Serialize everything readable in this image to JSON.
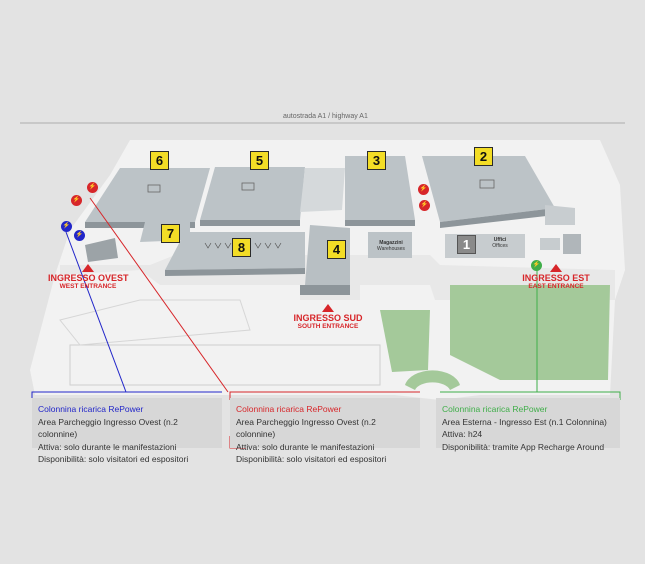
{
  "colors": {
    "background": "#e3e3e3",
    "building": "#a9b0b4",
    "building_top": "#bcc3c7",
    "road": "#f2f2f2",
    "green": "#a4c99a",
    "red": "#d7262a",
    "blue": "#2226c9",
    "charger_green": "#3fae49",
    "yellow": "#f3dd26"
  },
  "highway_label": "autostrada A1 / highway A1",
  "halls": [
    {
      "number": "6",
      "style": "yellow"
    },
    {
      "number": "5",
      "style": "yellow"
    },
    {
      "number": "3",
      "style": "yellow"
    },
    {
      "number": "2",
      "style": "yellow"
    },
    {
      "number": "7",
      "style": "yellow"
    },
    {
      "number": "8",
      "style": "yellow"
    },
    {
      "number": "4",
      "style": "yellow"
    },
    {
      "number": "1",
      "style": "gray"
    }
  ],
  "building_labels": {
    "magazzini": [
      "Magazzini",
      "Warehouses"
    ],
    "uffici": [
      "Uffici",
      "Offices"
    ]
  },
  "entrances": {
    "west": {
      "main": "INGRESSO OVEST",
      "sub": "WEST ENTRANCE"
    },
    "south": {
      "main": "INGRESSO SUD",
      "sub": "SOUTH ENTRANCE"
    },
    "east": {
      "main": "INGRESSO EST",
      "sub": "EAST ENTRANCE"
    }
  },
  "charger_icons": [
    {
      "color": "red",
      "icon": "ev-charger-icon"
    },
    {
      "color": "blue",
      "icon": "ev-charger-icon"
    },
    {
      "color": "green",
      "icon": "ev-charger-icon"
    }
  ],
  "info_boxes": [
    {
      "color": "blue",
      "title": "Colonnina ricarica RePower",
      "lines": [
        "Area Parcheggio Ingresso Ovest (n.2 colonnine)",
        "Attiva: solo durante le manifestazioni",
        "Disponibilità: solo visitatori ed espositori"
      ]
    },
    {
      "color": "red",
      "title": "Colonnina ricarica RePower",
      "lines": [
        "Area Parcheggio Ingresso Ovest (n.2 colonnine)",
        "Attiva: solo durante le manifestazioni",
        "Disponibilità: solo visitatori ed espositori"
      ]
    },
    {
      "color": "green",
      "title": "Colonnina ricarica RePower",
      "lines": [
        "Area Esterna - Ingresso Est (n.1 Colonnina)",
        "Attiva: h24",
        "Disponibilità: tramite App Recharge Around"
      ]
    }
  ]
}
